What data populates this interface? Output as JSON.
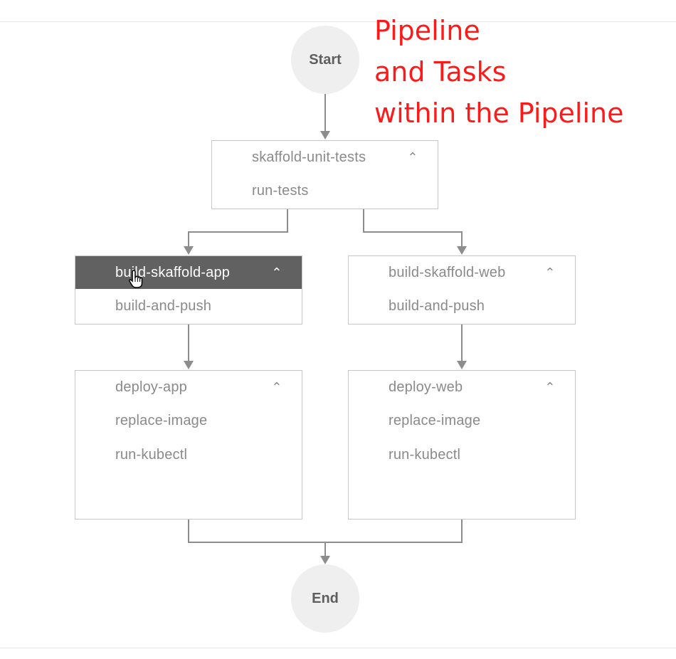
{
  "pipeline": {
    "start_label": "Start",
    "end_label": "End",
    "tasks": [
      {
        "name": "skaffold-unit-tests",
        "steps": [
          "run-tests"
        ],
        "selected": false
      },
      {
        "name": "build-skaffold-app",
        "steps": [
          "build-and-push"
        ],
        "selected": true
      },
      {
        "name": "build-skaffold-web",
        "steps": [
          "build-and-push"
        ],
        "selected": false
      },
      {
        "name": "deploy-app",
        "steps": [
          "replace-image",
          "run-kubectl"
        ],
        "selected": false
      },
      {
        "name": "deploy-web",
        "steps": [
          "replace-image",
          "run-kubectl"
        ],
        "selected": false
      }
    ]
  },
  "annotation": {
    "lines": [
      "Pipeline",
      "and Tasks",
      "within the Pipeline"
    ],
    "color": "#ff1a1a"
  },
  "icons": {
    "collapse": "chevron-up-icon",
    "pointer": "hand-pointer-icon"
  },
  "colors": {
    "selected_header": "#616161",
    "node_border": "#c6c6c6",
    "edge": "#8d8d8d",
    "circle_fill": "#efefef"
  }
}
